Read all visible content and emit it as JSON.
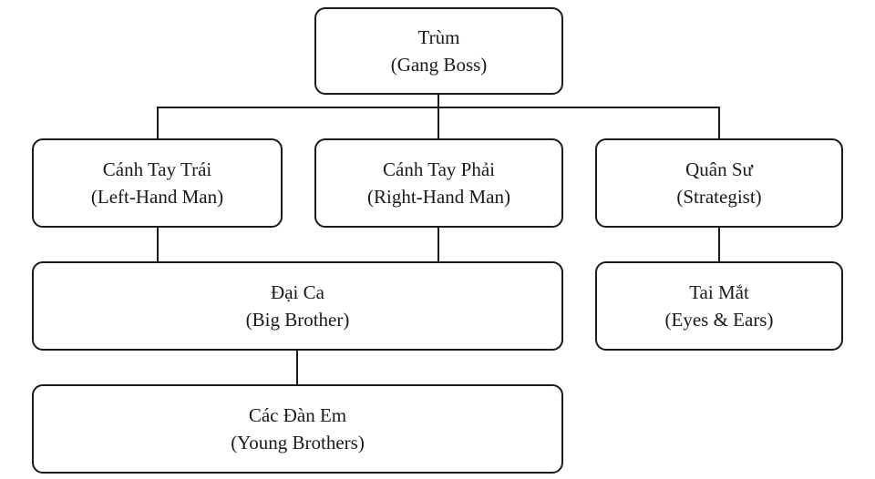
{
  "diagram": {
    "type": "org-chart",
    "colors": {
      "background": "#ffffff",
      "box_fill": "#ffffff",
      "box_border": "#1a1a1a",
      "text": "#1a1a1a",
      "connector": "#1a1a1a"
    },
    "nodes": {
      "boss": {
        "title": "Trùm",
        "subtitle": "(Gang Boss)"
      },
      "left_hand": {
        "title": "Cánh Tay Trái",
        "subtitle": "(Left-Hand Man)"
      },
      "right_hand": {
        "title": "Cánh Tay Phải",
        "subtitle": "(Right-Hand Man)"
      },
      "strategist": {
        "title": "Quân Sư",
        "subtitle": "(Strategist)"
      },
      "big_brother": {
        "title": "Đại Ca",
        "subtitle": "(Big Brother)"
      },
      "eyes_ears": {
        "title": "Tai Mắt",
        "subtitle": "(Eyes & Ears)"
      },
      "young_brothers": {
        "title": "Các Đàn Em",
        "subtitle": "(Young Brothers)"
      }
    },
    "edges": [
      {
        "from": "boss",
        "to": "left_hand"
      },
      {
        "from": "boss",
        "to": "right_hand"
      },
      {
        "from": "boss",
        "to": "strategist"
      },
      {
        "from": "left_hand",
        "to": "big_brother"
      },
      {
        "from": "right_hand",
        "to": "big_brother"
      },
      {
        "from": "strategist",
        "to": "eyes_ears"
      },
      {
        "from": "big_brother",
        "to": "young_brothers"
      }
    ]
  }
}
